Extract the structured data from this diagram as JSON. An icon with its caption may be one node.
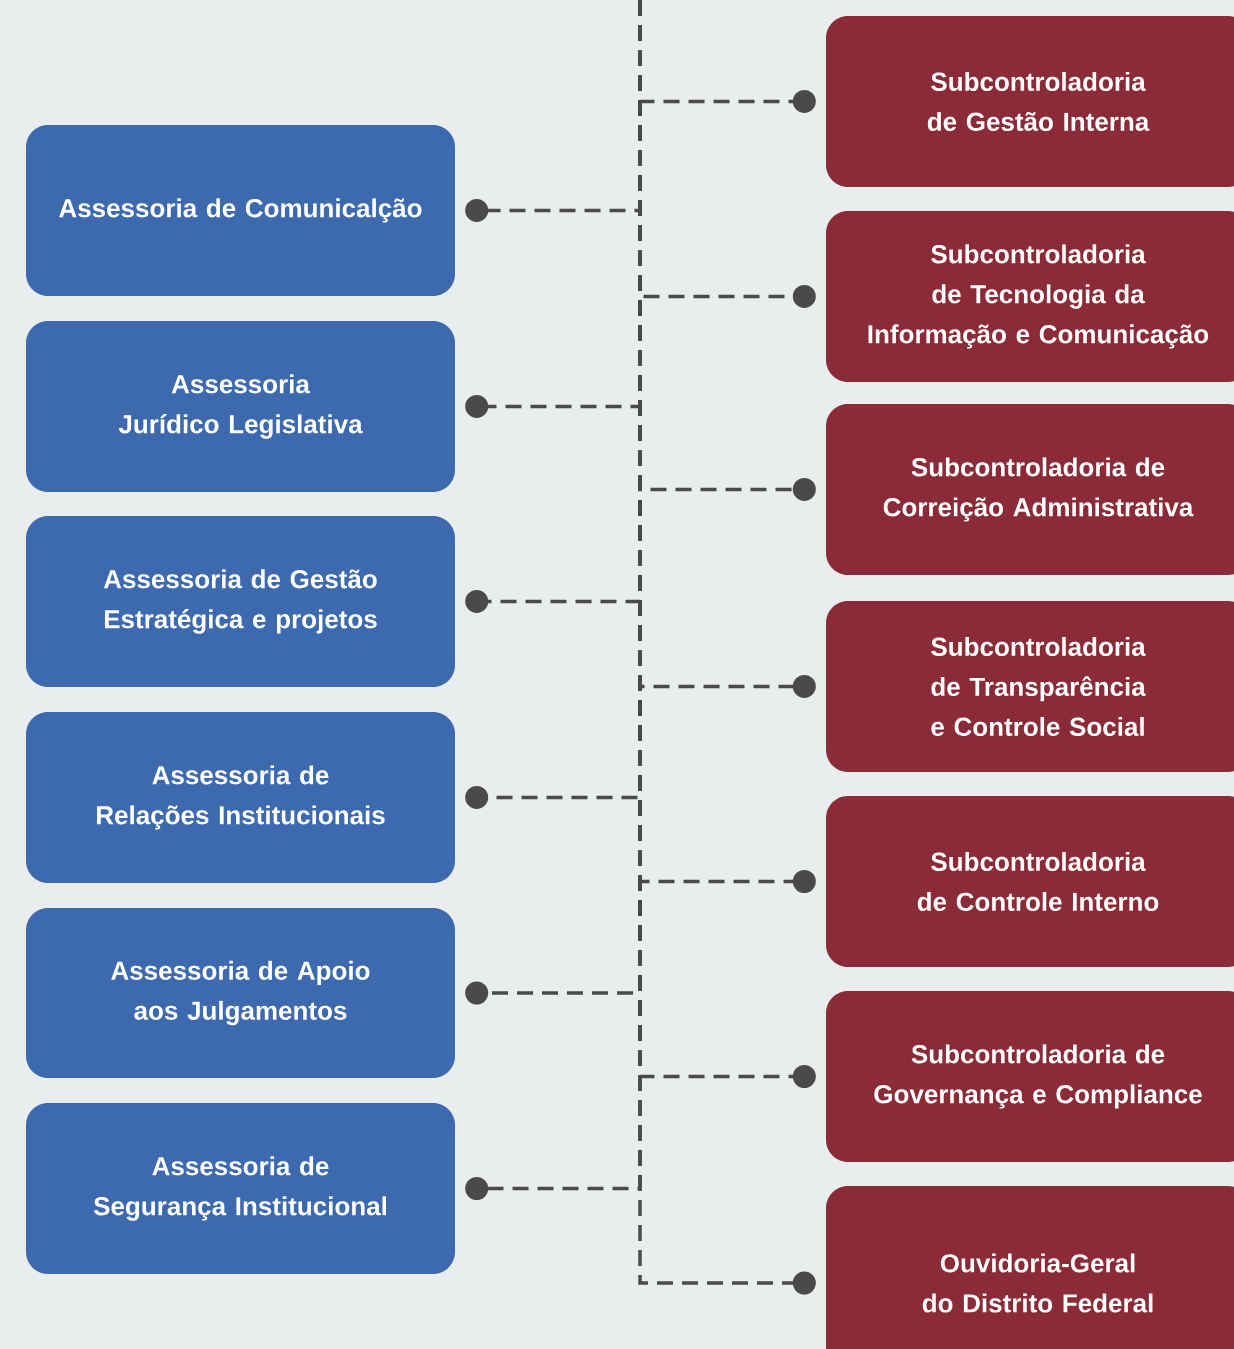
{
  "diagram": {
    "nodes": [
      {
        "text": [
          "Assessoria de Comunicalção"
        ]
      },
      {
        "text": [
          "Assessoria Jurídico Legislativa"
        ]
      },
      {
        "text": [
          "Assessoria de Gestão Estratégica e projetos"
        ]
      },
      {
        "text": [
          "Assessoria de Relações Institucionais"
        ]
      },
      {
        "text": [
          "Assessoria de Apoio aos Julgamentos"
        ]
      },
      {
        "text": [
          "Assessoria de Segurança Institucional"
        ]
      },
      {
        "text": [
          "Subcontroladoria de Gestão Interna"
        ]
      },
      {
        "text": [
          "Subcontroladoria de Tecnologia da Informação e Comunicação"
        ]
      },
      {
        "text": [
          "Subcontroladoria de Correição Administrativa"
        ]
      },
      {
        "text": [
          "Subcontroladoria de Transparência e Controle Social"
        ]
      },
      {
        "text": [
          "Subcontroladoria de Controle Interno"
        ]
      },
      {
        "text": [
          "Subcontroladoria de Governança e Compliance"
        ]
      },
      {
        "text": [
          "Ouvidoria-Geral do Distrito Federal"
        ]
      }
    ],
    "edges": [
      {
        "from": null,
        "to": 0,
        "arrow": "other",
        "style": "dashed"
      },
      {
        "from": null,
        "to": 1,
        "arrow": "other",
        "style": "dashed"
      },
      {
        "from": null,
        "to": 2,
        "arrow": "other",
        "style": "dashed"
      },
      {
        "from": null,
        "to": 3,
        "arrow": "other",
        "style": "dashed"
      },
      {
        "from": null,
        "to": 4,
        "arrow": "other",
        "style": "dashed"
      },
      {
        "from": null,
        "to": 5,
        "arrow": "other",
        "style": "dashed"
      },
      {
        "from": null,
        "to": 6,
        "arrow": "other",
        "style": "dashed"
      },
      {
        "from": null,
        "to": 7,
        "arrow": "other",
        "style": "dashed"
      },
      {
        "from": null,
        "to": 8,
        "arrow": "other",
        "style": "dashed"
      },
      {
        "from": null,
        "to": 9,
        "arrow": "other",
        "style": "dashed"
      },
      {
        "from": null,
        "to": 10,
        "arrow": "other",
        "style": "dashed"
      },
      {
        "from": null,
        "to": 11,
        "arrow": "other",
        "style": "dashed"
      },
      {
        "from": null,
        "to": 12,
        "arrow": "other",
        "style": "dashed"
      }
    ]
  }
}
